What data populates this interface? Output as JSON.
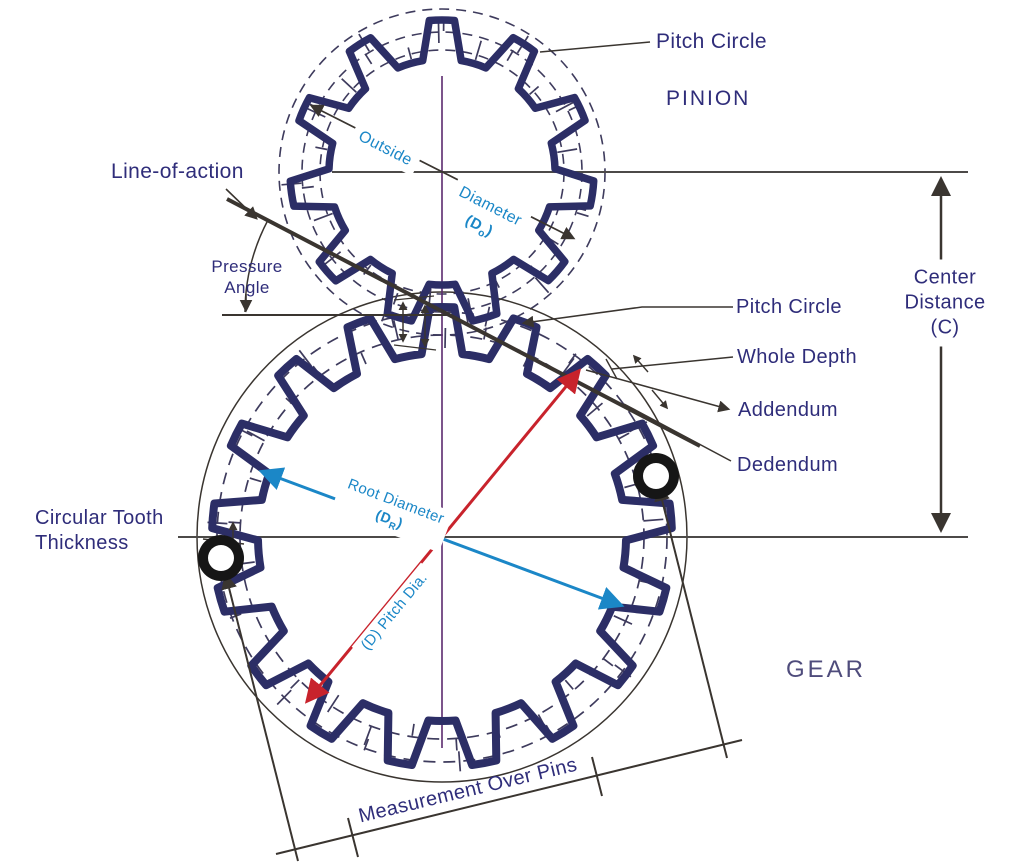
{
  "labels": {
    "pinion_pitch_circle": "Pitch Circle",
    "pinion": "PINION",
    "line_of_action": "Line-of-action",
    "pressure_angle_line1": "Pressure",
    "pressure_angle_line2": "Angle",
    "center_distance_line1": "Center",
    "center_distance_line2": "Distance",
    "center_distance_line3": "(C)",
    "gear_pitch_circle": "Pitch Circle",
    "whole_depth": "Whole Depth",
    "addendum": "Addendum",
    "dedendum": "Dedendum",
    "circular_tooth_thickness_line1": "Circular Tooth",
    "circular_tooth_thickness_line2": "Thickness",
    "outside": "Outside",
    "diameter": "Diameter",
    "outside_dia_symbol_prefix": "(D",
    "outside_dia_symbol_sub": "o",
    "outside_dia_symbol_suffix": ")",
    "root_diameter": "Root Diameter",
    "root_dia_symbol_prefix": "(D",
    "root_dia_symbol_sub": "R",
    "root_dia_symbol_suffix": ")",
    "pitch_dia": "(D) Pitch Dia.",
    "gear": "GEAR",
    "measurement_over_pins": "Measurement Over Pins"
  },
  "colors": {
    "navy_outline": "#2c2e66",
    "label_text": "#2f2d7a",
    "blue_dimension": "#1b87c7",
    "red_dimension": "#c8232c",
    "dark_line": "#3a3530",
    "gray_centerline": "#4c4a48",
    "purple_centerline": "#5c2a6e",
    "hatch": "#3e3b5d",
    "gear_label_text": "#4f4c7c",
    "pin_black": "#161616"
  },
  "geometry": {
    "pinion_teeth": 11,
    "gear_teeth": 17
  }
}
